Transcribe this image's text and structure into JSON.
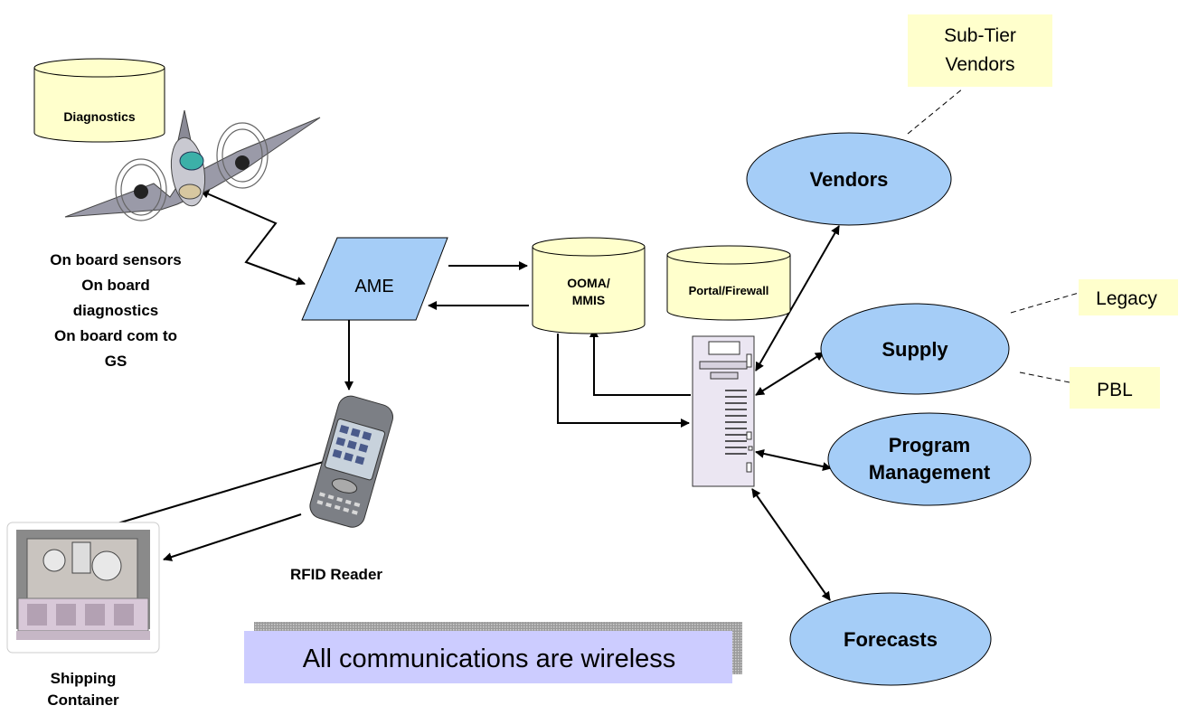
{
  "colors": {
    "ellipse_fill": "#a5cdf7",
    "cylinder_fill": "#ffffcc",
    "note_fill": "#ffffcc",
    "banner_fill": "#ccccff",
    "ame_fill": "#a5cdf7"
  },
  "nodes": {
    "diagnostics": "Diagnostics",
    "ame": "AME",
    "ooma_line1": "OOMA/",
    "ooma_line2": "MMIS",
    "portal": "Portal/Firewall",
    "vendors": "Vendors",
    "supply": "Supply",
    "program_line1": "Program",
    "program_line2": "Management",
    "forecasts": "Forecasts"
  },
  "notes": {
    "subtier_line1": "Sub-Tier",
    "subtier_line2": "Vendors",
    "legacy": "Legacy",
    "pbl": "PBL"
  },
  "labels": {
    "sensors_line1": "On board sensors",
    "sensors_line2": "On board",
    "sensors_line3": "diagnostics",
    "sensors_line4": "On board com to",
    "sensors_line5": "GS",
    "rfid": "RFID Reader",
    "shipping_line1": "Shipping",
    "shipping_line2": "Container"
  },
  "banner": "All communications are wireless",
  "icons": [
    "airplane-icon",
    "rfid-reader-icon",
    "shipping-container-icon",
    "server-icon"
  ]
}
